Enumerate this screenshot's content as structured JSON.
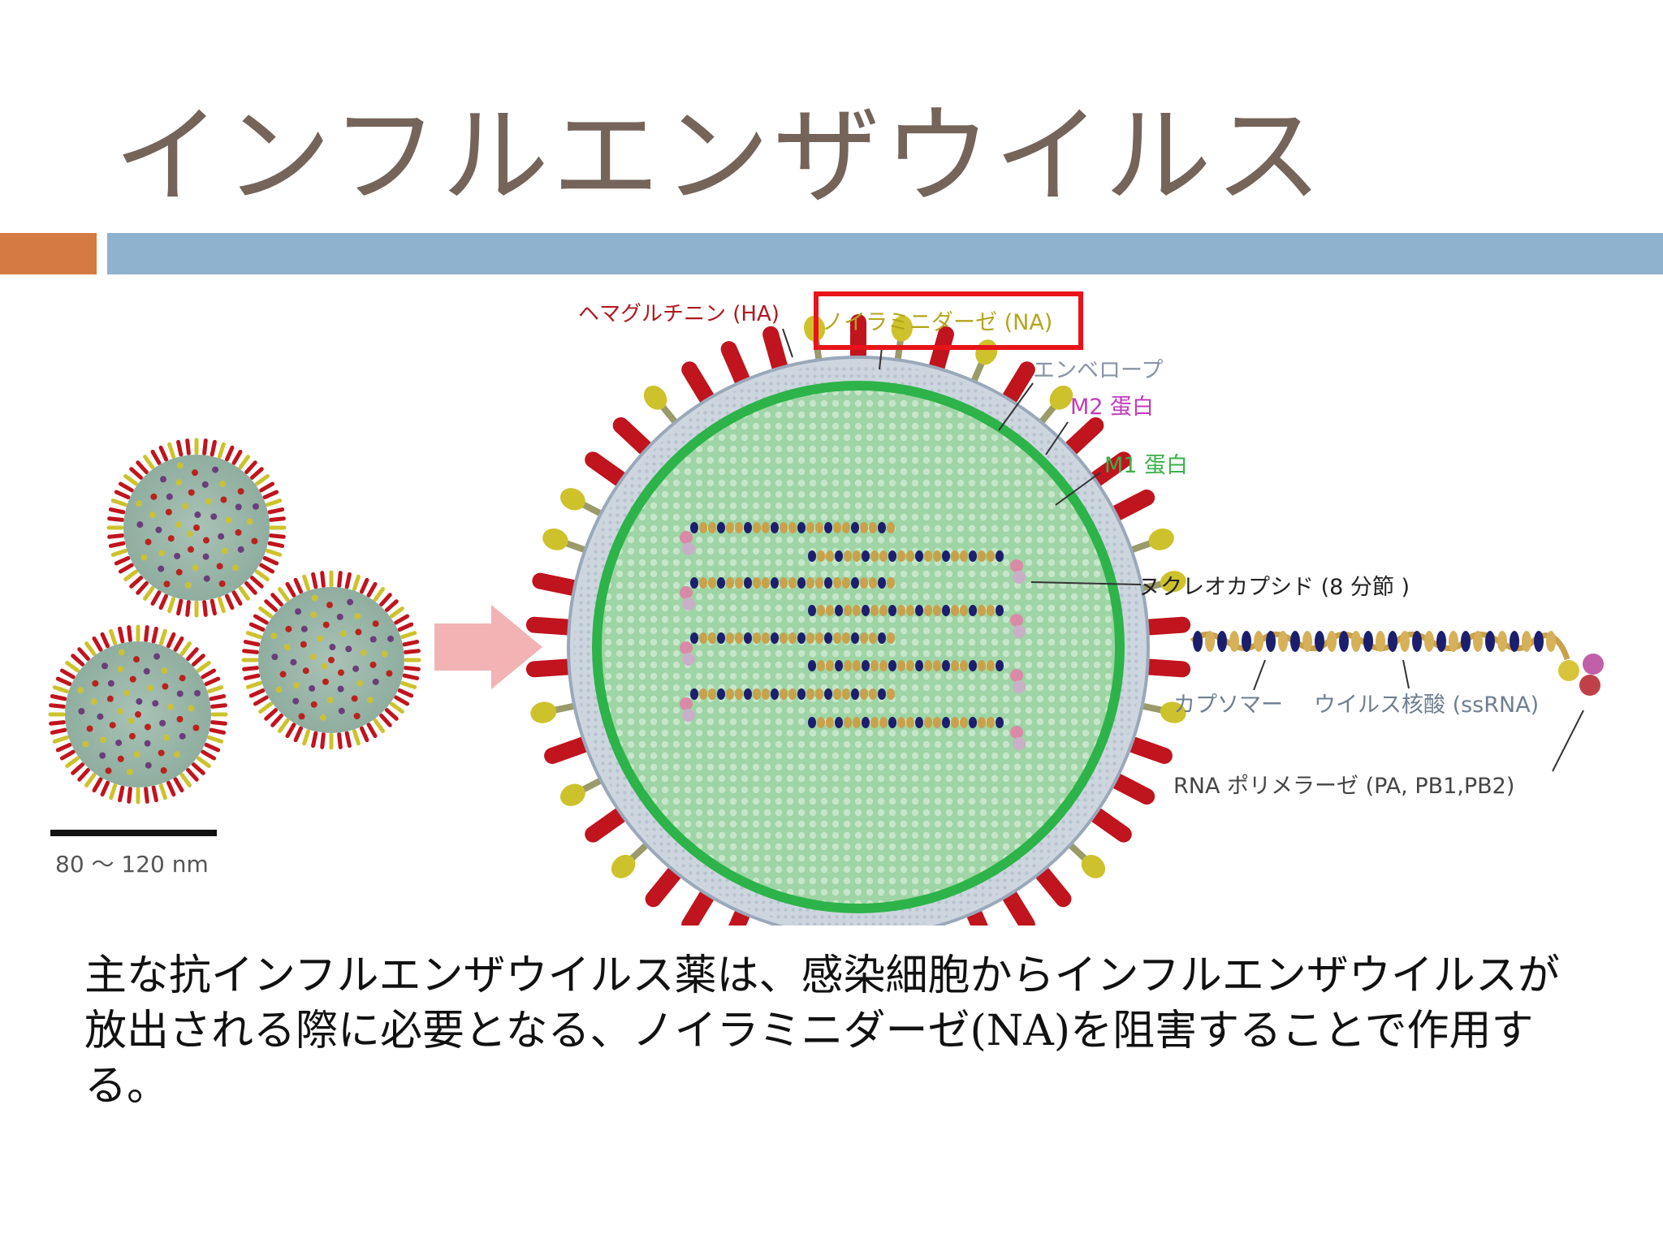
{
  "slide": {
    "title": "インフルエンザウイルス",
    "body_text": "主な抗インフルエンザウイルス薬は、感染細胞からインフルエンザウイルスが放出される際に必要となる、ノイラミニダーゼ(NA)を阻害することで作用する。"
  },
  "colors": {
    "accent_orange": "#d47a42",
    "accent_blue": "#8fb2cf",
    "title_text": "#74645a",
    "highlight_box": "#e8141a",
    "ha_spike": "#c0141e",
    "na_spike": "#cdc22c",
    "m1_layer": "#2db34a",
    "core_fill": "#9fd4a6",
    "arrow": "#f2b3b5"
  },
  "diagram": {
    "labels": {
      "ha": "ヘマグルチニン (HA)",
      "na": "ノイラミニダーゼ (NA)",
      "envelope": "エンベロープ",
      "m2": "M2 蛋白",
      "m1": "M1 蛋白",
      "nucleocapsid": "ヌクレオカプシド (8 分節 )",
      "capsomer": "カプソマー",
      "viral_rna": "ウイルス核酸 (ssRNA)",
      "rna_polymerase": "RNA ポリメラーゼ (PA, PB1,PB2)"
    },
    "scale_bar": "80 ～ 120 nm"
  }
}
